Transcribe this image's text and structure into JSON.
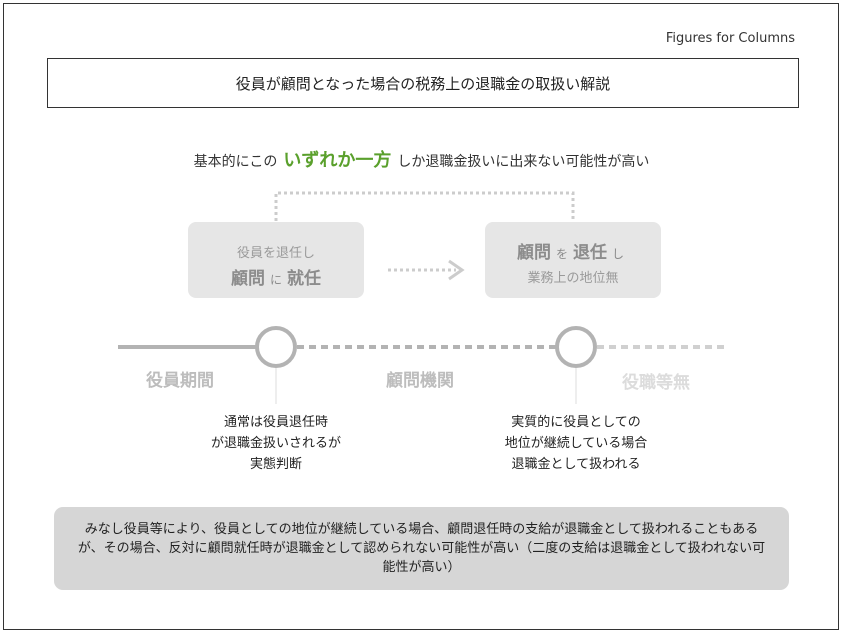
{
  "caption": "Figures for Columns",
  "title": "役員が顧問となった場合の税務上の退職金の取扱い解説",
  "headline": {
    "before": "基本的にこの",
    "highlight": "いずれか一方",
    "after": "しか退職金扱いに出来ない可能性が高い"
  },
  "card_left": {
    "line1": "役員を退任し",
    "line2_a": "顧問",
    "line2_b": "に",
    "line2_c": "就任"
  },
  "card_right": {
    "line1_a": "顧問",
    "line1_b": "を",
    "line1_c": "退任",
    "line1_d": "し",
    "line2": "業務上の地位無"
  },
  "timeline": {
    "labels": [
      "役員期間",
      "顧問機関",
      "役職等無"
    ]
  },
  "notes": {
    "left": [
      "通常は役員退任時",
      "が退職金扱いされるが",
      "実態判断"
    ],
    "right": [
      "実質的に役員としての",
      "地位が継続している場合",
      "退職金として扱われる"
    ]
  },
  "bottom_text": "みなし役員等により、役員としての地位が継続している場合、顧問退任時の支給が退職金として扱われることもあるが、その場合、反対に顧問就任時が退職金として認められない可能性が高い（二度の支給は退職金として扱われない可能性が高い）",
  "colors": {
    "highlight": "#5aa02c",
    "card_bg": "#e6e6e6",
    "timeline": "#b3b3b3",
    "bottom_bg": "#d6d6d6"
  }
}
